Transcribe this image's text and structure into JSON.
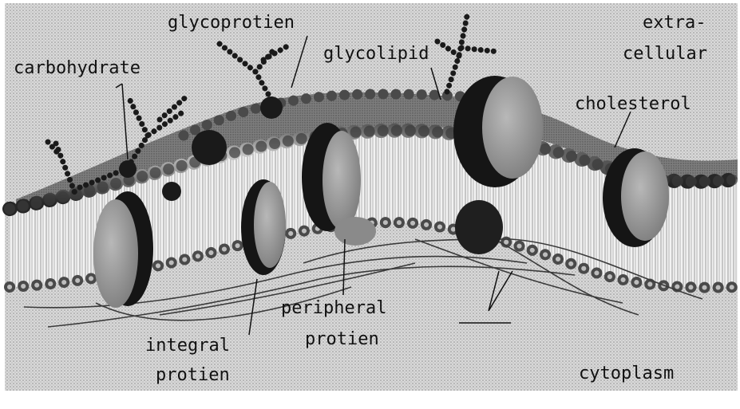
{
  "diagram": {
    "labels": {
      "glycoprotien": "glycoprotien",
      "extracellular_1": "extra-",
      "extracellular_2": "cellular",
      "carbohydrate": "carbohydrate",
      "glycolipid": "glycolipid",
      "cholesterol": "cholesterol",
      "peripheral_1": "peripheral",
      "peripheral_2": "protien",
      "integral_1": "integral",
      "integral_2": "protien",
      "cytoplasm": "cytoplasm"
    }
  }
}
